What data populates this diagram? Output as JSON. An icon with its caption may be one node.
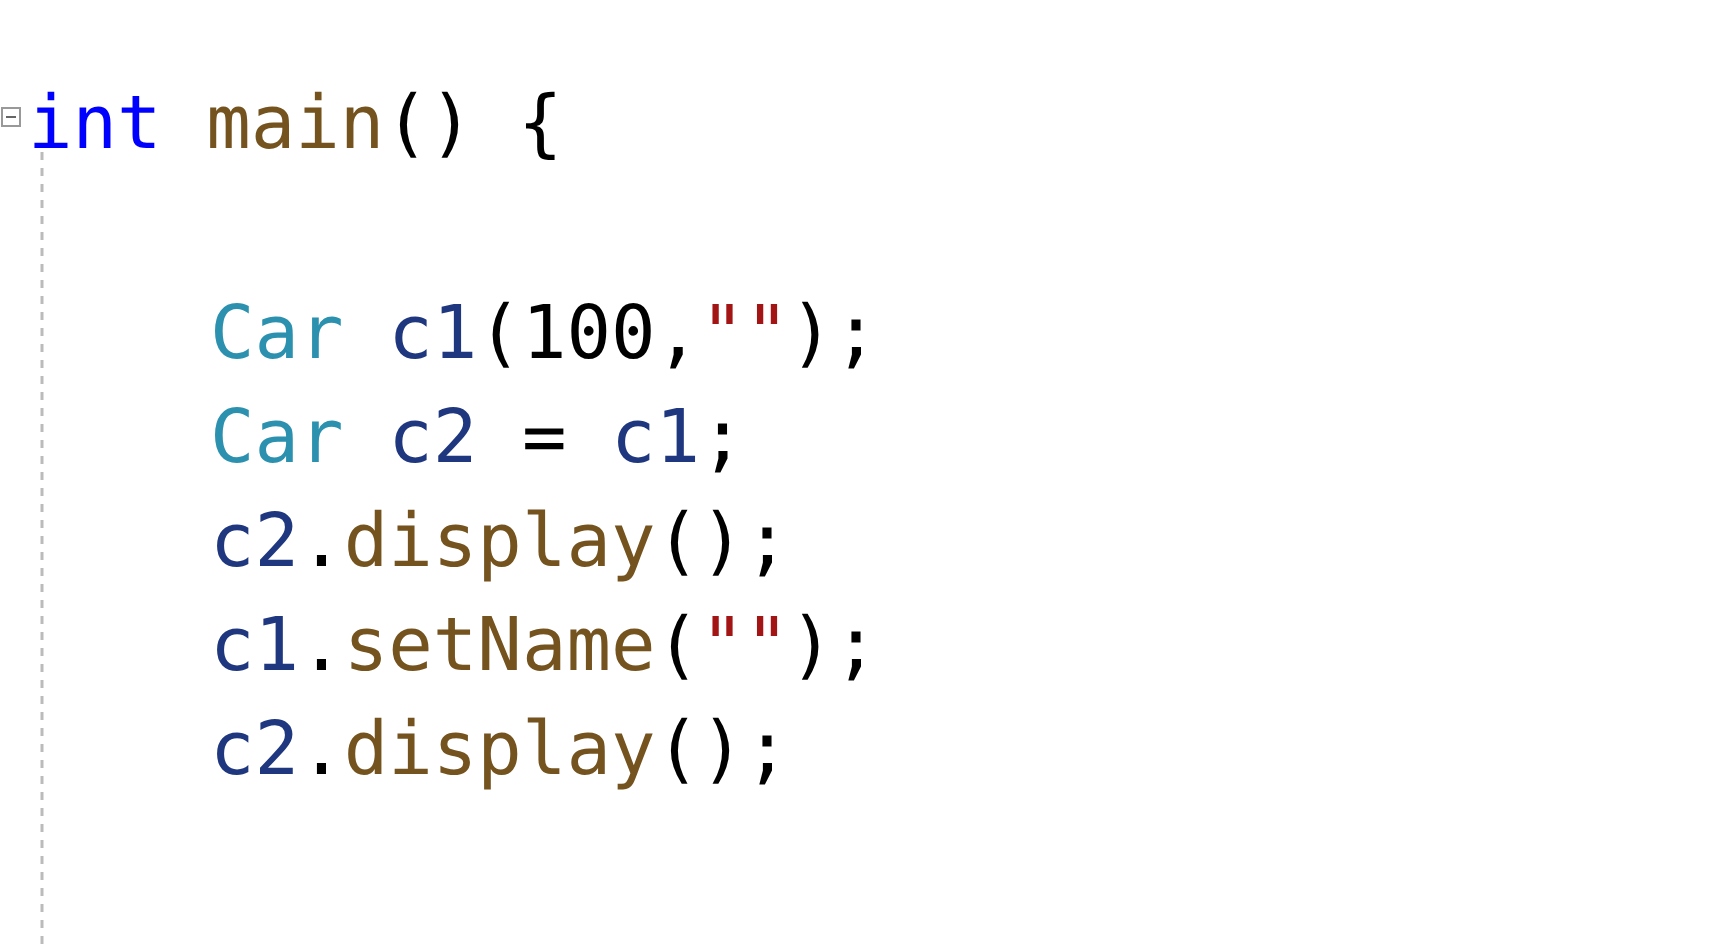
{
  "diagram": {
    "labels": [
      "int main() {",
      "Car c1(100,\"\");",
      "Car c2 = c1;",
      "c2.display();",
      "c1.setName(\"\");",
      "c2.display();"
    ]
  }
}
